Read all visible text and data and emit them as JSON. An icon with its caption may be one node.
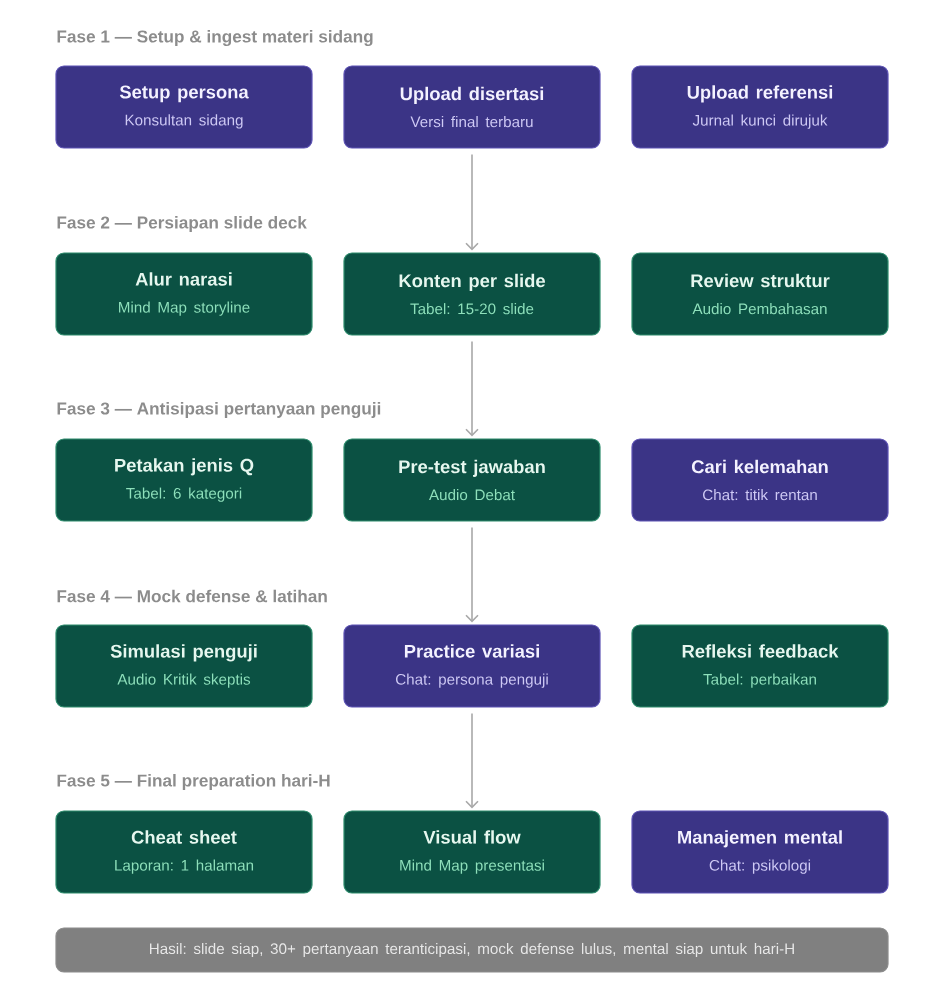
{
  "diagram": {
    "nodes": [
      {
        "text": [
          "Setup persona",
          "Konsultan sidang"
        ]
      },
      {
        "text": [
          "Upload disertasi",
          "Versi final terbaru"
        ]
      },
      {
        "text": [
          "Upload referensi",
          "Jurnal kunci dirujuk"
        ]
      },
      {
        "text": [
          "Alur narasi",
          "Mind Map storyline"
        ]
      },
      {
        "text": [
          "Konten per slide",
          "Tabel: 15-20 slide"
        ]
      },
      {
        "text": [
          "Review struktur",
          "Audio Pembahasan"
        ]
      },
      {
        "text": [
          "Petakan jenis Q",
          "Tabel: 6 kategori"
        ]
      },
      {
        "text": [
          "Pre-test jawaban",
          "Audio Debat"
        ]
      },
      {
        "text": [
          "Cari kelemahan",
          "Chat: titik rentan"
        ]
      },
      {
        "text": [
          "Simulasi penguji",
          "Audio Kritik skeptis"
        ]
      },
      {
        "text": [
          "Practice variasi",
          "Chat: persona penguji"
        ]
      },
      {
        "text": [
          "Refleksi feedback",
          "Tabel: perbaikan"
        ]
      },
      {
        "text": [
          "Cheat sheet",
          "Laporan: 1 halaman"
        ]
      },
      {
        "text": [
          "Visual flow",
          "Mind Map presentasi"
        ]
      },
      {
        "text": [
          "Manajemen mental",
          "Chat: psikologi"
        ]
      },
      {
        "text": [
          "Hasil: slide siap, 30+ pertanyaan teranticipasi, mock defense lulus, mental siap untuk hari-H"
        ]
      }
    ],
    "edges": [
      {
        "from": 1,
        "to": 4,
        "arrow": "to"
      },
      {
        "from": 4,
        "to": 7,
        "arrow": "to"
      },
      {
        "from": 7,
        "to": 10,
        "arrow": "to"
      },
      {
        "from": 10,
        "to": 13,
        "arrow": "to"
      }
    ],
    "labels": [
      "Fase 1 — Setup & ingest materi sidang",
      "Fase 2 — Persiapan slide deck",
      "Fase 3 — Antisipasi pertanyaan penguji",
      "Fase 4 — Mock defense & latihan",
      "Fase 5 — Final preparation hari-H"
    ]
  }
}
